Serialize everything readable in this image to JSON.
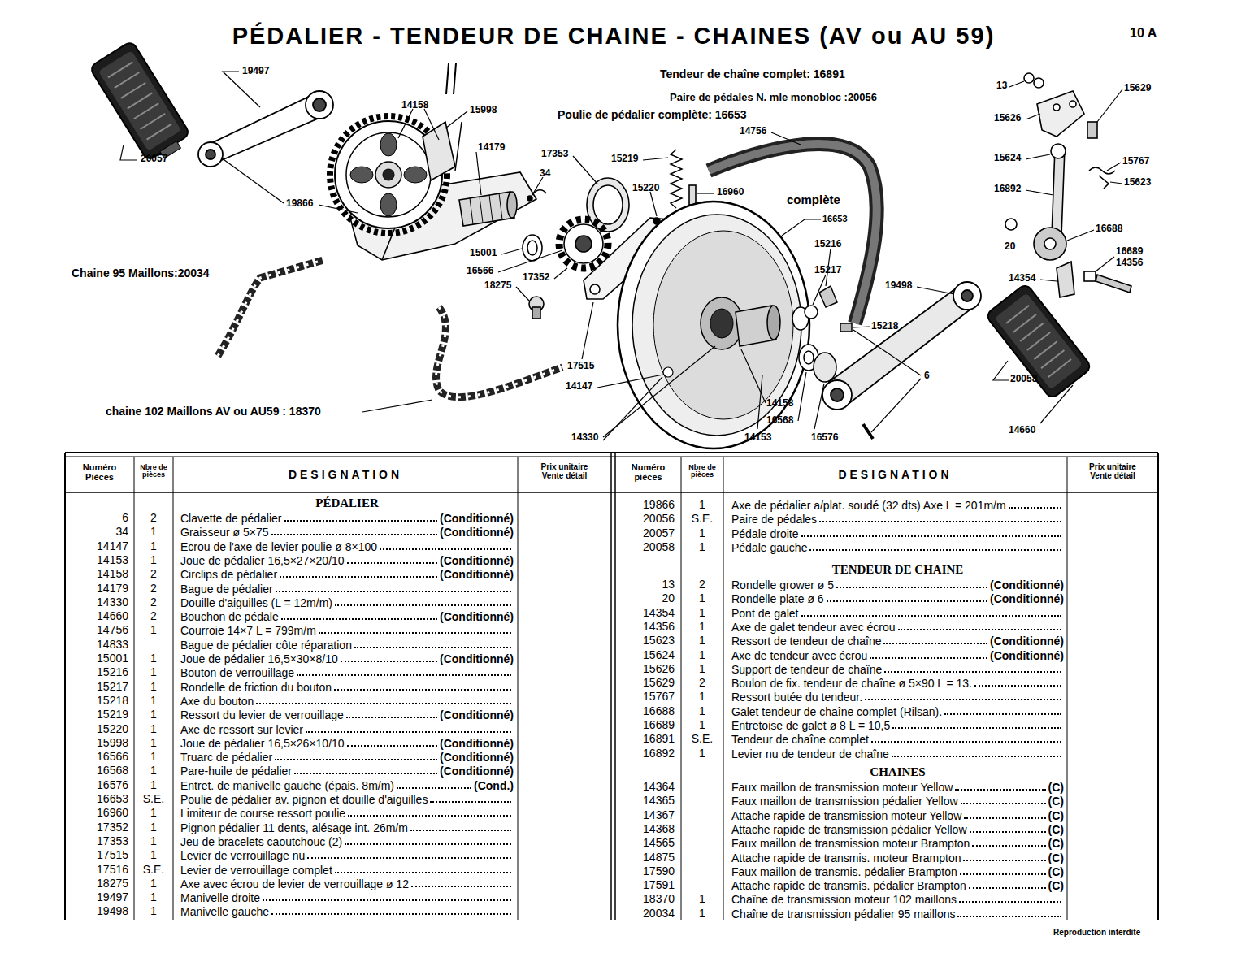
{
  "diagram": {
    "title": "PÉDALIER - TENDEUR DE CHAINE - CHAINES (AV ou AU 59)",
    "labels": [
      "10 A",
      "Tendeur de chaîne complet: 16891",
      "Paire de pédales N. mle monobloc :20056",
      "Poulie de pédalier complète: 16653",
      "19497",
      "14158",
      "15998",
      "20057",
      "14179",
      "17353",
      "34",
      "15219",
      "14756",
      "15220",
      "16960",
      "complète",
      "16653",
      "19866",
      "15001",
      "16566",
      "17352",
      "18275",
      "15216",
      "15217",
      "19498",
      "15218",
      "Chaine 95 Maillons:20034",
      "17515",
      "14147",
      "6",
      "20058",
      "14158",
      "16568",
      "chaine 102 Maillons AV ou AU59 : 18370",
      "14330",
      "14153",
      "16576",
      "14660",
      "13",
      "15629",
      "15626",
      "15624",
      "15767",
      "16892",
      "15623",
      "16688",
      "20",
      "16689",
      "14356",
      "14354",
      "Numéro Pièces",
      "Nbre de pièces",
      "DESIGNATION",
      "Prix unitaire Vente détail",
      "Numéro pièces",
      "Nbre de pièces",
      "DESIGNATION",
      "Prix unitaire Vente détail",
      "PÉDALIER",
      "6",
      "2",
      "Clavette de pédalier",
      "(Conditionné)",
      "34",
      "1",
      "Graisseur ø 5×75",
      "(Conditionné)",
      "14147",
      "1",
      "Ecrou de l'axe de levier poulie ø 8×100",
      "14153",
      "1",
      "Joue de pédalier 16,5×27×20/10",
      "(Conditionné)",
      "14158",
      "2",
      "Circlips de pédalier",
      "(Conditionné)",
      "14179",
      "2",
      "Bague de pédalier",
      "14330",
      "2",
      "Douille d'aiguilles (L = 12m/m)",
      "14660",
      "2",
      "Bouchon de pédale",
      "(Conditionné)",
      "14756",
      "1",
      "Courroie 14×7 L = 799m/m",
      "14833",
      "Bague de pédalier côte réparation",
      "15001",
      "1",
      "Joue de pédalier 16,5×30×8/10",
      "(Conditionné)",
      "15216",
      "1",
      "Bouton de verrouillage",
      "15217",
      "1",
      "Rondelle de friction du bouton",
      "15218",
      "1",
      "Axe du bouton",
      "15219",
      "1",
      "Ressort du levier de verrouillage",
      "(Conditionné)",
      "15220",
      "1",
      "Axe de ressort sur levier",
      "15998",
      "1",
      "Joue de pédalier 16,5×26×10/10",
      "(Conditionné)",
      "16566",
      "1",
      "Truarc de pédalier",
      "(Conditionné)",
      "16568",
      "1",
      "Pare-huile de pédalier",
      "(Conditionné)",
      "16576",
      "1",
      "Entret. de manivelle gauche (épais. 8m/m)",
      "(Cond.)",
      "16653",
      "S.E.",
      "Poulie de pédalier av. pignon et douille d'aiguilles",
      "16960",
      "1",
      "Limiteur de course ressort poulie",
      "17352",
      "1",
      "Pignon pédalier 11 dents, alésage int. 26m/m",
      "17353",
      "1",
      "Jeu de bracelets caoutchouc (2)",
      "17515",
      "1",
      "Levier de verrouillage nu",
      "17516",
      "S.E.",
      "Levier de verrouillage complet",
      "18275",
      "1",
      "Axe avec écrou de levier de verrouillage ø 12",
      "19497",
      "1",
      "Manivelle droite",
      "19498",
      "1",
      "Manivelle gauche",
      "19866",
      "1",
      "Axe de pédalier a/plat. soudé (32 dts) Axe L = 201m/m",
      "20056",
      "S.E.",
      "Paire de pédales",
      "20057",
      "1",
      "Pédale droite",
      "20058",
      "1",
      "Pédale gauche",
      "TENDEUR DE CHAINE",
      "13",
      "2",
      "Rondelle grower ø 5",
      "(Conditionné)",
      "20",
      "1",
      "Rondelle plate ø 6",
      "(Conditionné)",
      "14354",
      "1",
      "Pont de galet",
      "14356",
      "1",
      "Axe de galet tendeur avec écrou",
      "15623",
      "1",
      "Ressort de tendeur de chaîne",
      "(Conditionné)",
      "15624",
      "1",
      "Axe de tendeur avec écrou",
      "(Conditionné)",
      "15626",
      "1",
      "Support de tendeur de chaîne",
      "15629",
      "2",
      "Boulon de fix. tendeur de chaîne ø 5×90 L = 13.",
      "15767",
      "1",
      "Ressort butée du tendeur.",
      "16688",
      "1",
      "Galet tendeur de chaîne complet (Rilsan).",
      "16689",
      "1",
      "Entretoise de galet ø 8 L = 10,5",
      "16891",
      "S.E.",
      "Tendeur de chaîne complet",
      "16892",
      "1",
      "Levier nu de tendeur de chaîne",
      "CHAINES",
      "14364",
      "Faux maillon de transmission moteur Yellow",
      "(C)",
      "14365",
      "Faux maillon de transmission pédalier Yellow",
      "(C)",
      "14367",
      "Attache rapide de transmission moteur Yellow",
      "(C)",
      "14368",
      "Attache rapide de transmission pédalier Yellow",
      "(C)",
      "14565",
      "Faux maillon de transmission moteur Brampton",
      "(C)",
      "14875",
      "Attache rapide de transmis. moteur Brampton",
      "(C)",
      "17590",
      "Faux maillon de transmis. pédalier Brampton",
      "(C)",
      "17591",
      "Attache rapide de transmis. pédalier Brampton",
      "(C)",
      "18370",
      "1",
      "Chaîne de transmission moteur 102 maillons",
      "20034",
      "1",
      "Chaîne de transmission pédalier 95 maillons",
      "Reproduction interdite"
    ]
  }
}
